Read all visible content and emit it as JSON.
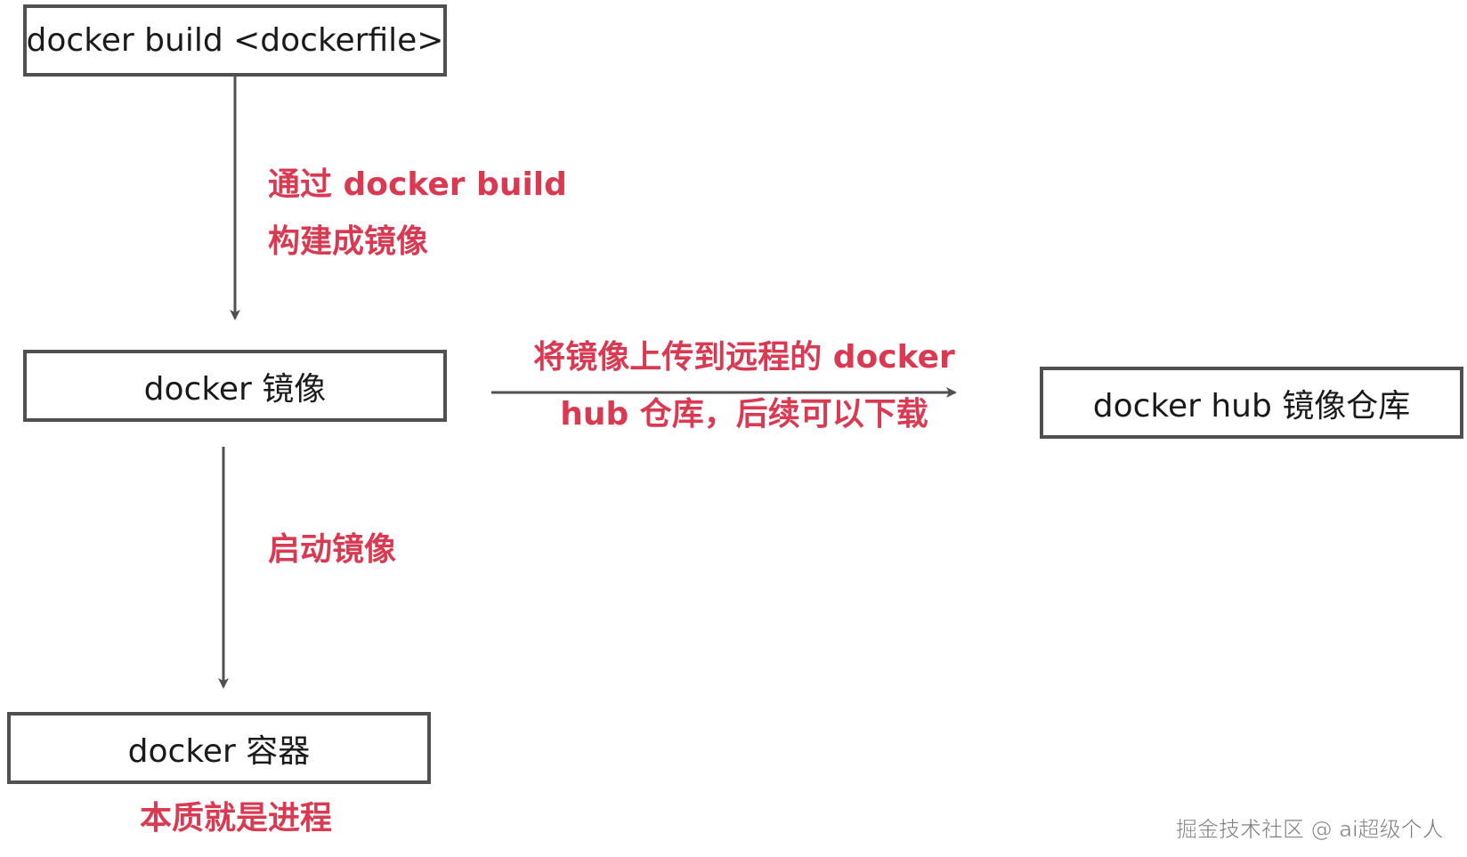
{
  "nodes": {
    "dockerfile": "docker build <dockerfile>",
    "image": "docker 镜像",
    "hub": "docker hub 镜像仓库",
    "container": "docker 容器"
  },
  "edges": {
    "build": [
      "通过 docker build",
      "构建成镜像"
    ],
    "push": [
      "将镜像上传到远程的 docker",
      "hub 仓库，后续可以下载"
    ],
    "run": [
      "启动镜像"
    ]
  },
  "notes": {
    "container": "本质就是进程"
  },
  "watermark": "掘金技术社区 @ ai超级个人",
  "colors": {
    "box_border": "#505050",
    "arrow": "#505050",
    "label": "#d93a52",
    "text": "#1a1a1a"
  }
}
